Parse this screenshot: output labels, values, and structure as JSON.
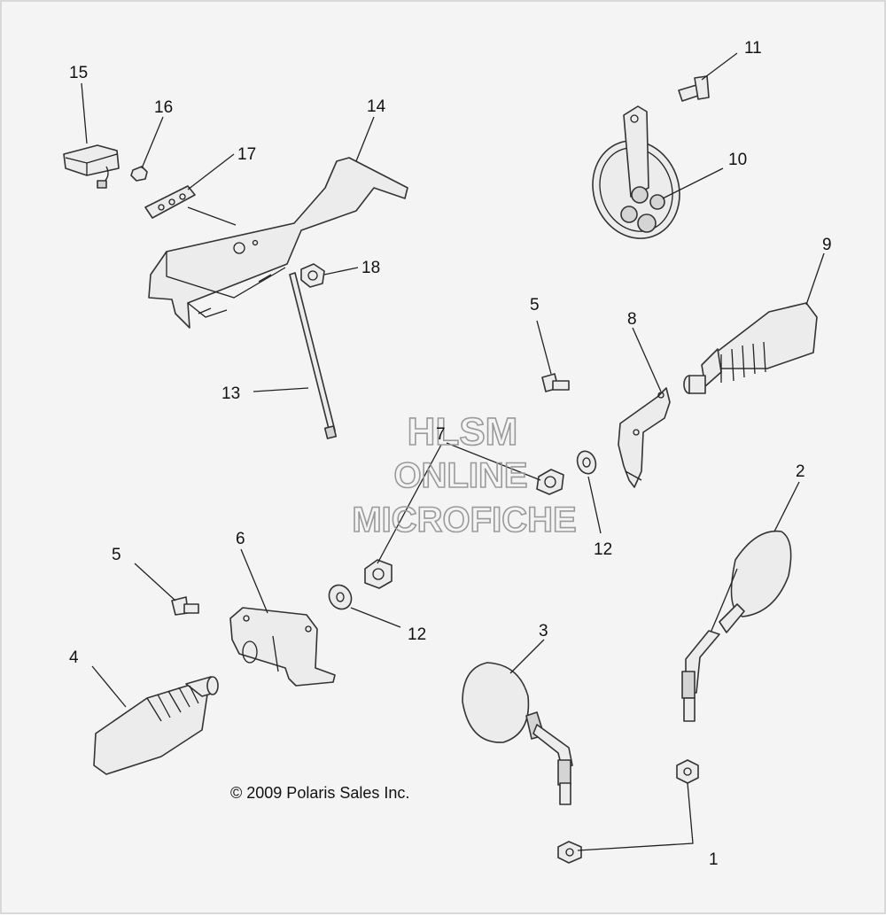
{
  "diagram": {
    "callouts": [
      "1",
      "2",
      "3",
      "4",
      "5",
      "5",
      "6",
      "7",
      "8",
      "9",
      "10",
      "11",
      "12",
      "12",
      "13",
      "14",
      "15",
      "16",
      "17",
      "18"
    ],
    "watermark": {
      "line1": "HLSM",
      "line2": "ONLINE",
      "line3": "MICROFICHE"
    },
    "copyright": "© 2009 Polaris Sales Inc."
  }
}
